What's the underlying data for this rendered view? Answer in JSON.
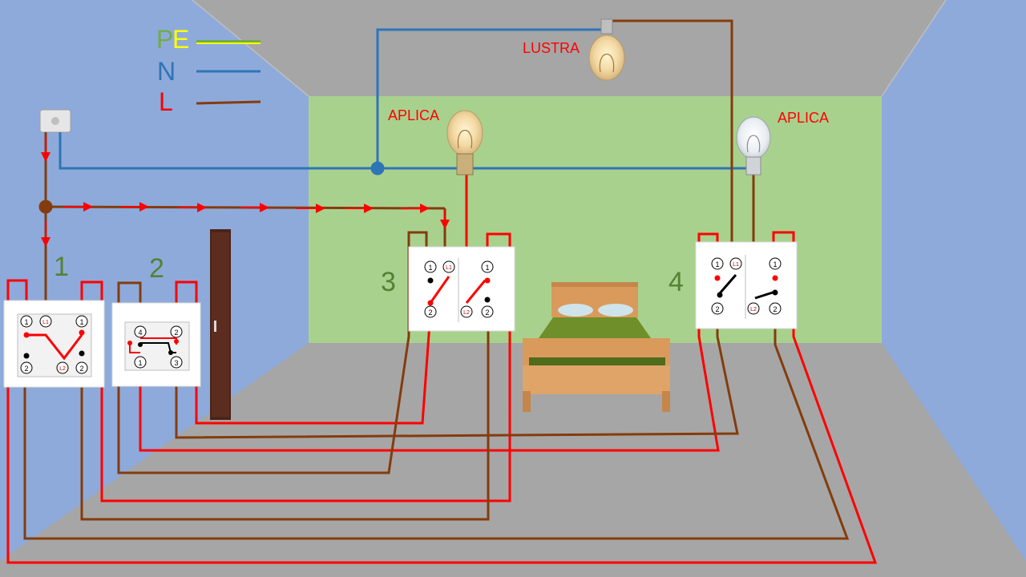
{
  "legend": {
    "pe_label_p": "P",
    "pe_label_e": "E",
    "n_label": "N",
    "l_label": "L"
  },
  "lamps": {
    "lustra": "LUSTRA",
    "aplica_left": "APLICA",
    "aplica_right": "APLICA"
  },
  "switches": {
    "s1": "1",
    "s2": "2",
    "s3": "3",
    "s4": "4"
  },
  "terminals": {
    "t1": "1",
    "t2": "2",
    "t3": "3",
    "t4": "4",
    "l1": "L1",
    "l2": "L2"
  },
  "colors": {
    "pe_green": "#70ad47",
    "pe_yellow": "#ffff00",
    "neutral": "#2e75b6",
    "line": "#843c0c",
    "switched": "#ff0000",
    "wall_back": "#a9d18e",
    "wall_side": "#8eaadb",
    "floor": "#a6a6a6",
    "label_number": "#548235"
  }
}
